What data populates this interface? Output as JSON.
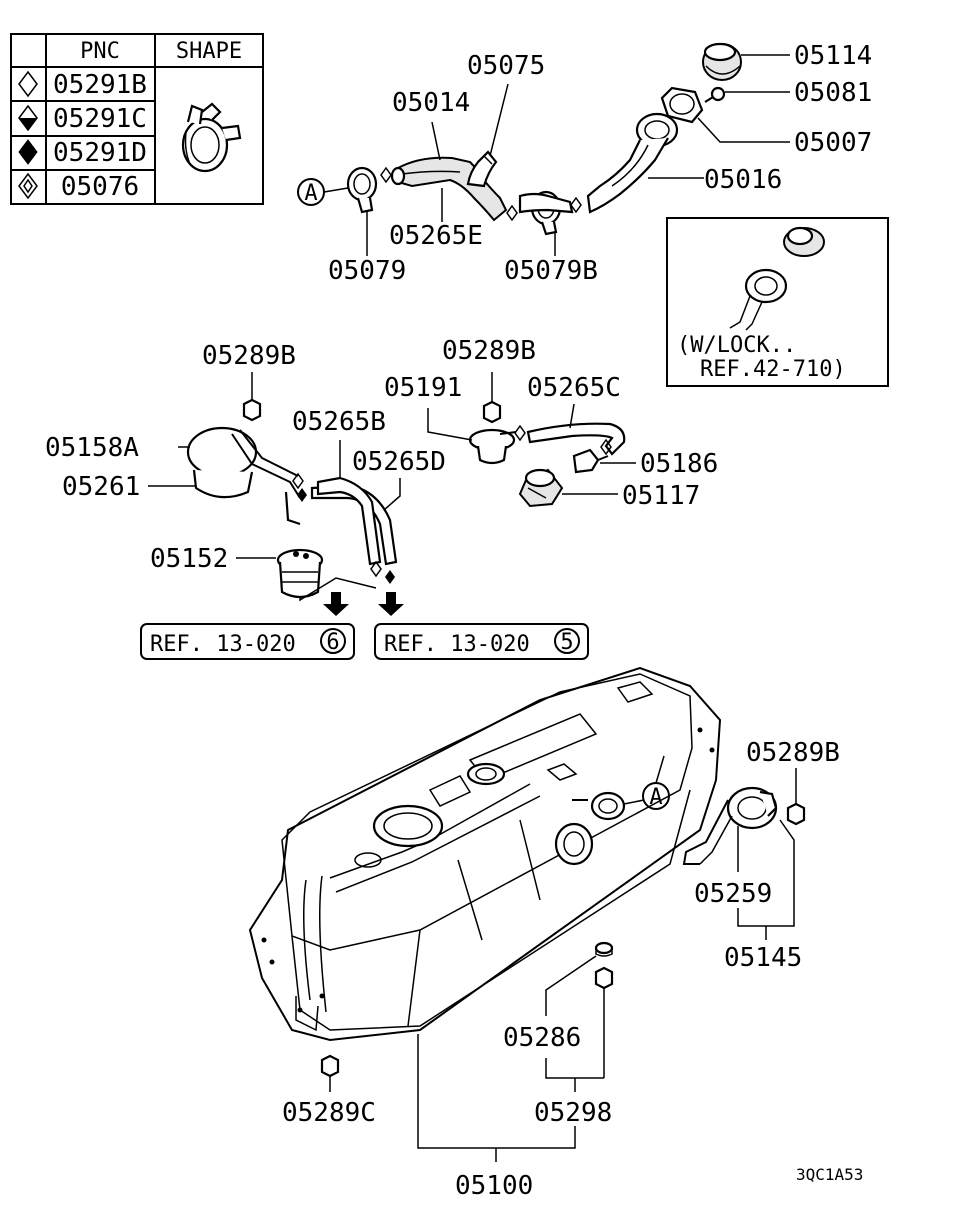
{
  "legend": {
    "headers": {
      "pnc": "PNC",
      "shape": "SHAPE"
    },
    "rows": [
      {
        "symbol": "diamond-outline",
        "pnc": "05291B"
      },
      {
        "symbol": "diamond-half",
        "pnc": "05291C"
      },
      {
        "symbol": "diamond-filled",
        "pnc": "05291D"
      },
      {
        "symbol": "diamond-inner",
        "pnc": "05076"
      }
    ]
  },
  "labels": {
    "p05114": "05114",
    "p05075": "05075",
    "p05014": "05014",
    "p05081": "05081",
    "p05007": "05007",
    "p05016": "05016",
    "p05265E": "05265E",
    "p05079": "05079",
    "p05079B": "05079B",
    "p05289B_a": "05289B",
    "p05289B_b": "05289B",
    "p05289B_c": "05289B",
    "p05191": "05191",
    "p05265C": "05265C",
    "p05265B": "05265B",
    "p05158A": "05158A",
    "p05265D": "05265D",
    "p05261": "05261",
    "p05186": "05186",
    "p05117": "05117",
    "p05152": "05152",
    "p05259": "05259",
    "p05145": "05145",
    "p05286": "05286",
    "p05298": "05298",
    "p05289C": "05289C",
    "p05100": "05100"
  },
  "callout": {
    "letter": "A"
  },
  "lock_inset": {
    "line1": "(W/LOCK..",
    "line2": "REF.42-710)"
  },
  "refs": {
    "ref1": {
      "text": "REF. 13-020",
      "num": "6"
    },
    "ref2": {
      "text": "REF. 13-020",
      "num": "5"
    }
  },
  "figure_code": "3QC1A53"
}
